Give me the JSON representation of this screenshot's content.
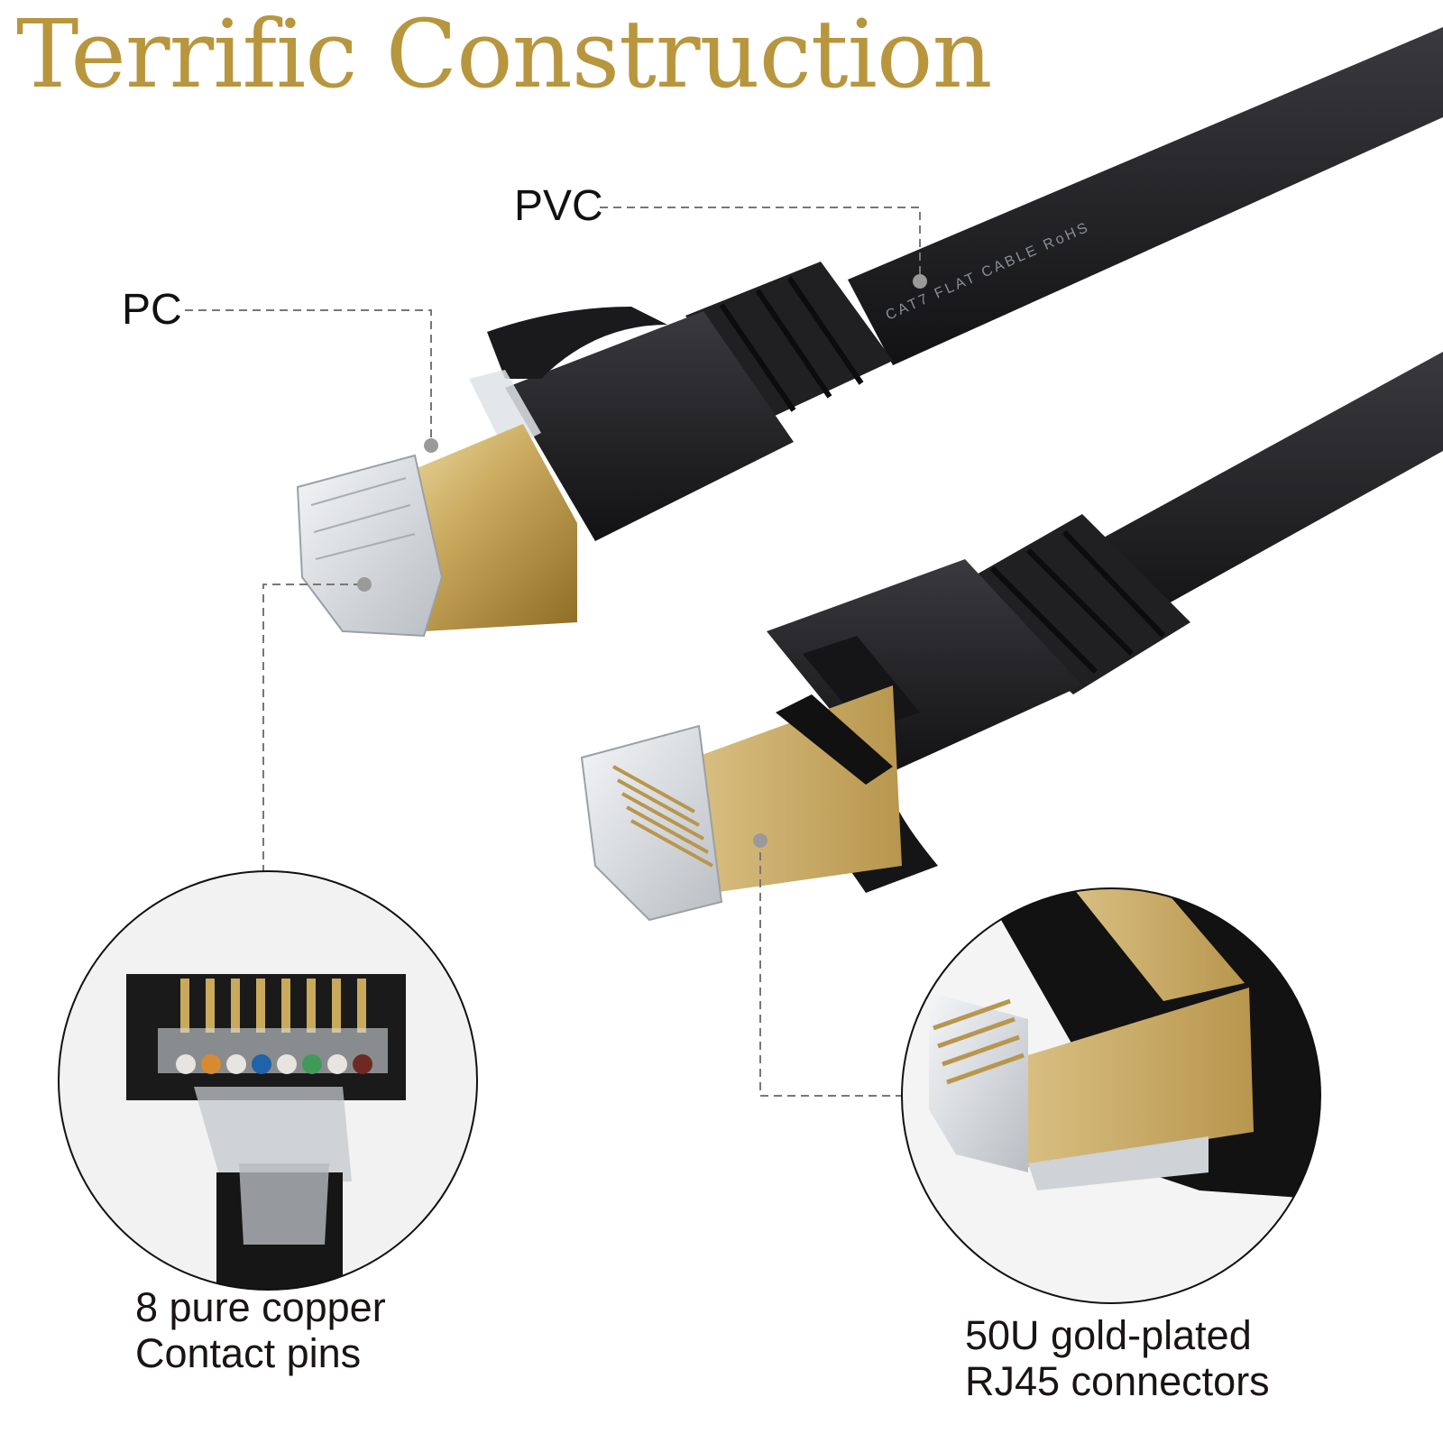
{
  "title": "Terrific Construction",
  "colors": {
    "title_gold": "#b8963e",
    "cable_black": "#1c1c1e",
    "gold_plating": "#c9a95c",
    "dash_line": "#777777",
    "text": "#111111"
  },
  "callouts": {
    "pvc": "PVC",
    "pc": "PC"
  },
  "cable_print": "CAT7 FLAT CABLE RoHS",
  "detail_circles": [
    {
      "caption_line1": "8 pure copper",
      "caption_line2": "Contact pins",
      "wire_colors": [
        "#e8e4e0",
        "#d98a30",
        "#e8e4e0",
        "#1f63a8",
        "#e8e4e0",
        "#3f9a58",
        "#e8e4e0",
        "#6e2a22"
      ]
    },
    {
      "caption_line1": "50U gold-plated",
      "caption_line2": "RJ45 connectors"
    }
  ]
}
